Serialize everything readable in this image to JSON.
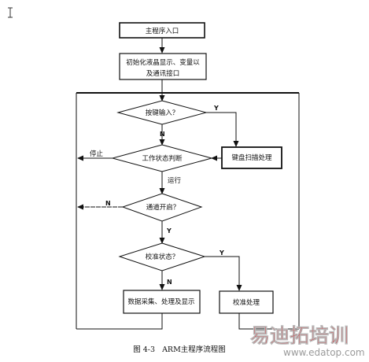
{
  "flowchart": {
    "nodes": {
      "main_entry": "主程序入口",
      "init_line1": "初始化液晶显示、变量以",
      "init_line2": "及通讯接口",
      "key_input": "按键输入？",
      "key_scan": "键盘扫描处理",
      "work_state": "工作状态判断",
      "channel_open": "通道开启？",
      "calibrate_state": "校准状态？",
      "acquire": "数据采集、处理及显示",
      "calibrate_proc": "校准处理"
    },
    "edge_labels": {
      "key_yes": "Y",
      "key_no": "N",
      "stop": "停止",
      "run": "运行",
      "channel_no": "N",
      "channel_yes": "Y",
      "cal_yes": "Y",
      "cal_no": "N"
    },
    "caption": "图 4-3   ARM主程序流程图"
  },
  "watermark": {
    "text": "易迪拓培训",
    "url": "www.edatop.com"
  },
  "colors": {
    "line": "#111111",
    "watermark_red": "#d9232a",
    "watermark_gray": "#b8b8b8"
  }
}
